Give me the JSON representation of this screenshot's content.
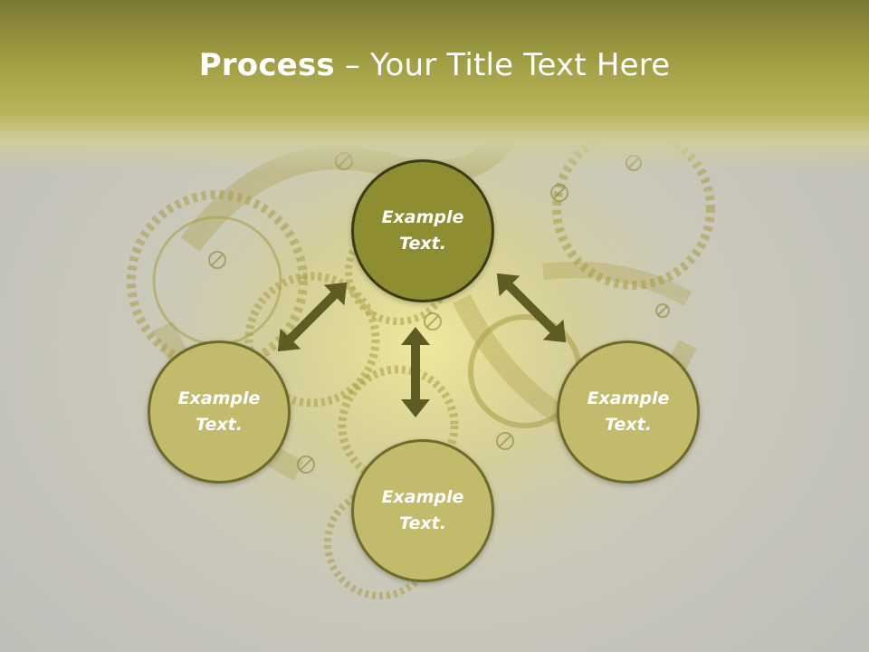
{
  "title": {
    "bold": "Process",
    "rest": " – Your Title Text Here"
  },
  "nodes": {
    "top": {
      "line1": "Example",
      "line2": "Text."
    },
    "left": {
      "line1": "Example",
      "line2": "Text."
    },
    "right": {
      "line1": "Example",
      "line2": "Text."
    },
    "bottom": {
      "line1": "Example",
      "line2": "Text."
    }
  },
  "colors": {
    "header": "#a09e42",
    "top_circle": "#8e8d32",
    "circle": "#c2bb6c",
    "arrow": "#5e5b24"
  },
  "icons": {
    "background": "clockwork-gears-image",
    "arrows": "double-headed-arrow"
  }
}
